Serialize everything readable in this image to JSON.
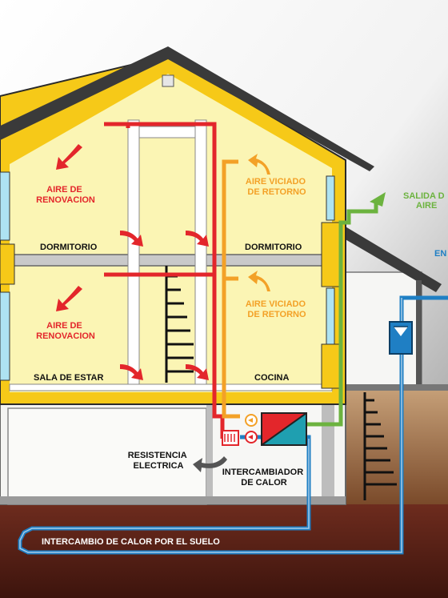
{
  "labels": {
    "aire_renovacion_top": [
      "AIRE DE",
      "RENOVACION"
    ],
    "aire_renovacion_bottom": [
      "AIRE DE",
      "RENOVACION"
    ],
    "aire_viciado_top": [
      "AIRE VICIADO",
      "DE RETORNO"
    ],
    "aire_viciado_bottom": [
      "AIRE VICIADO",
      "DE RETORNO"
    ],
    "dormitorio_left": "DORMITORIO",
    "dormitorio_right": "DORMITORIO",
    "sala_de_estar": "SALA DE ESTAR",
    "cocina": "COCINA",
    "salida_de_aire": [
      "SALIDA D",
      "AIRE"
    ],
    "entrada_partial": "EN",
    "resistencia_electrica": [
      "RESISTENCIA",
      "ELECTRICA"
    ],
    "intercambiador_de_calor": [
      "INTERCAMBIADOR",
      "DE CALOR"
    ],
    "intercambio_suelo": "INTERCAMBIO DE CALOR POR EL SUELO"
  },
  "colors": {
    "fresh_air": "#e3262b",
    "stale_air": "#f3a127",
    "exhaust_air": "#6cb33f",
    "ground_loop": "#1f7fc4",
    "insulation": "#f6c918",
    "interior": "#fbf5b4",
    "roof": "#3a3a3a",
    "ground": "#6b2a1c"
  },
  "icons": {
    "fan": "fan-icon",
    "heater": "electric-resistance-icon",
    "heat_exchanger": "heat-exchanger-icon",
    "ground_intake": "ground-intake-filter-icon"
  }
}
